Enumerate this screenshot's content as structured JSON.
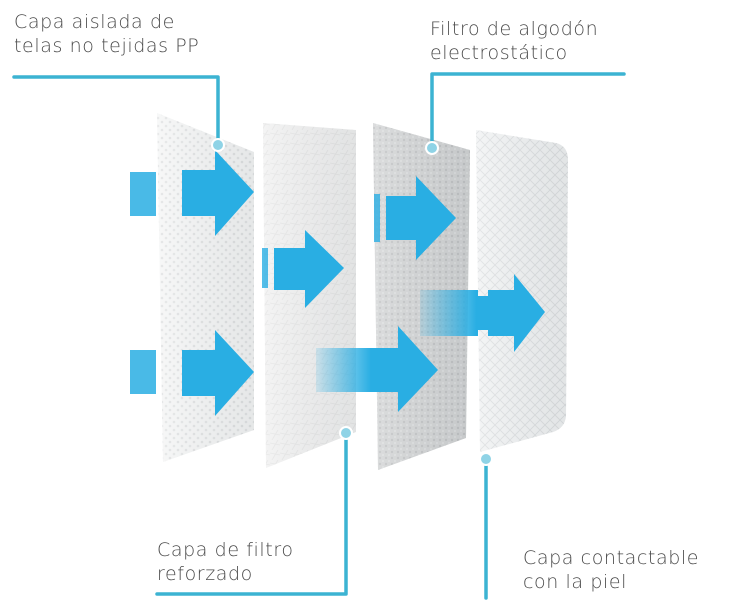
{
  "labels": {
    "capa_aislada": {
      "line1": "Capa aislada de",
      "line2": "telas no tejidas PP"
    },
    "filtro_algodon": {
      "line1": "Filtro de algodón",
      "line2": "electrostático"
    },
    "capa_filtro": {
      "line1": "Capa de filtro",
      "line2": "reforzado"
    },
    "capa_contactable": {
      "line1": "Capa contactable",
      "line2": "con la piel"
    }
  },
  "colors": {
    "accent": "#3cb3d2",
    "arrow": "#29aee3",
    "leader_line": "#3cb3d2",
    "text": "#4a4a4a"
  }
}
